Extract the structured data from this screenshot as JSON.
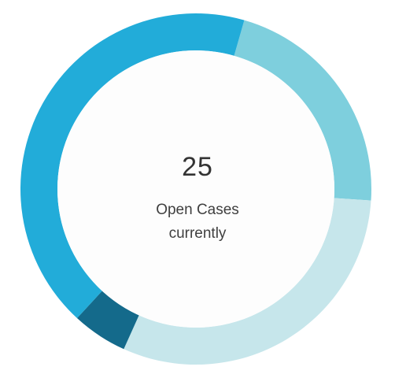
{
  "chart_data": {
    "type": "pie",
    "variant": "donut",
    "center": {
      "value": "25",
      "label": "Open Cases currently"
    },
    "slices": [
      {
        "value": 0.216,
        "color": "#7ecfdd"
      },
      {
        "value": 0.307,
        "color": "#c6e6eb"
      },
      {
        "value": 0.051,
        "color": "#146a8b"
      },
      {
        "value": 0.426,
        "color": "#22acd9"
      }
    ],
    "start_angle_deg": 16,
    "center_fill": "#fdfdfd",
    "legend": "none"
  }
}
